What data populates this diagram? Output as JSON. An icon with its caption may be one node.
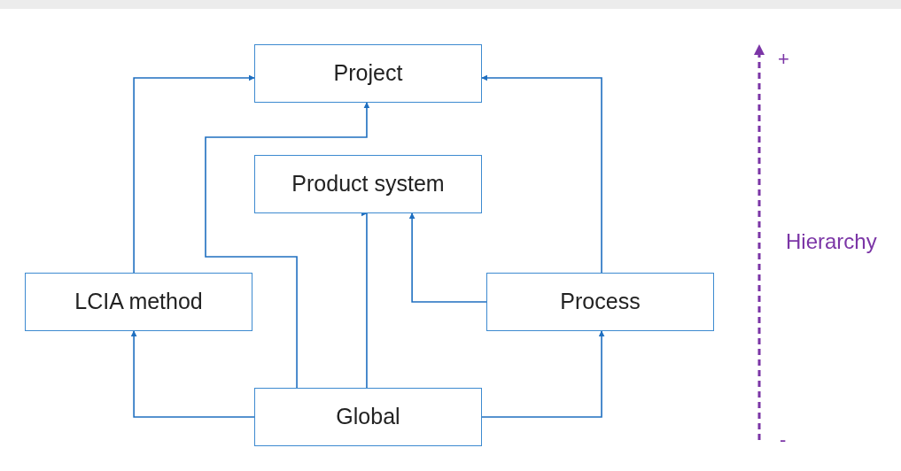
{
  "diagram": {
    "nodes": [
      {
        "text": [
          "Project"
        ]
      },
      {
        "text": [
          "Product system"
        ]
      },
      {
        "text": [
          "LCIA method"
        ]
      },
      {
        "text": [
          "Process"
        ]
      },
      {
        "text": [
          "Global"
        ]
      }
    ],
    "edges": [
      {
        "from": 4,
        "to": 2,
        "arrow": "to"
      },
      {
        "from": 2,
        "to": 0,
        "arrow": "to"
      },
      {
        "from": 4,
        "to": 0,
        "arrow": "to"
      },
      {
        "from": 4,
        "to": 1,
        "arrow": "to"
      },
      {
        "from": 3,
        "to": 1,
        "arrow": "to"
      },
      {
        "from": 3,
        "to": 0,
        "arrow": "to"
      },
      {
        "from": 4,
        "to": 3,
        "arrow": "to"
      }
    ],
    "labels": [
      "+",
      "Hierarchy",
      "-"
    ]
  }
}
